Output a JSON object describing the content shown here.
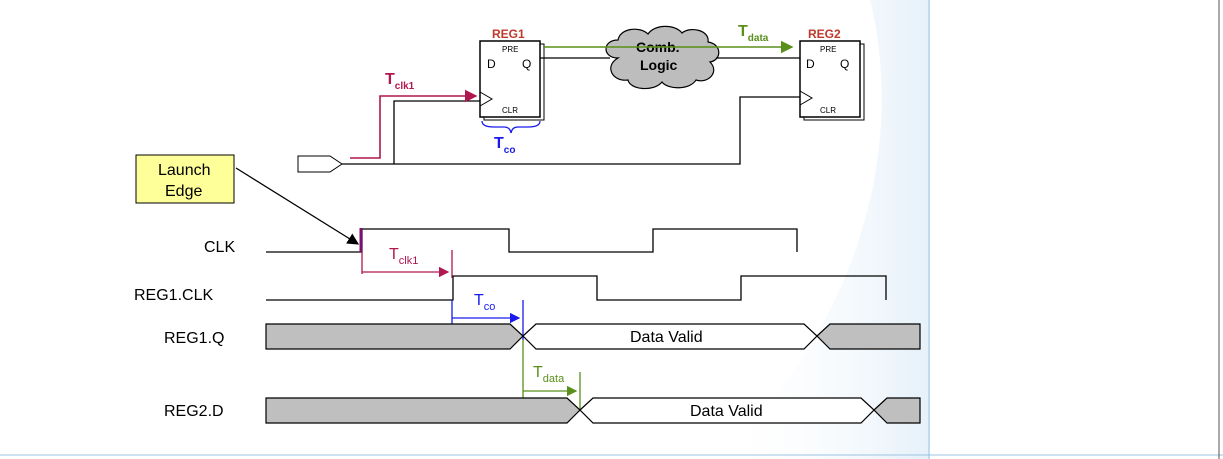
{
  "colors": {
    "clk_path": "#b0174f",
    "data_path": "#5a8f1a",
    "tco": "#1a1aee",
    "reg_title": "#c0392b",
    "callout_fill": "#ffff99",
    "bus_fill": "#bfbfbf"
  },
  "schematic": {
    "reg1": {
      "title": "REG1",
      "pre": "PRE",
      "clr": "CLR",
      "d": "D",
      "q": "Q"
    },
    "reg2": {
      "title": "REG2",
      "pre": "PRE",
      "clr": "CLR",
      "d": "D",
      "q": "Q"
    },
    "comb_logic_line1": "Comb.",
    "comb_logic_line2": "Logic",
    "t_clk1": {
      "main": "T",
      "sub": "clk1"
    },
    "t_data": {
      "main": "T",
      "sub": "data"
    },
    "t_co": {
      "main": "T",
      "sub": "co"
    }
  },
  "callout": {
    "line1": "Launch",
    "line2": "Edge"
  },
  "waveforms": {
    "clk_label": "CLK",
    "reg1clk_label": "REG1.CLK",
    "reg1q_label": "REG1.Q",
    "reg2d_label": "REG2.D",
    "data_valid_1": "Data Valid",
    "data_valid_2": "Data Valid",
    "t_clk1": {
      "main": "T",
      "sub": "clk1"
    },
    "t_co": {
      "main": "T",
      "sub": "co"
    },
    "t_data": {
      "main": "T",
      "sub": "data"
    }
  }
}
